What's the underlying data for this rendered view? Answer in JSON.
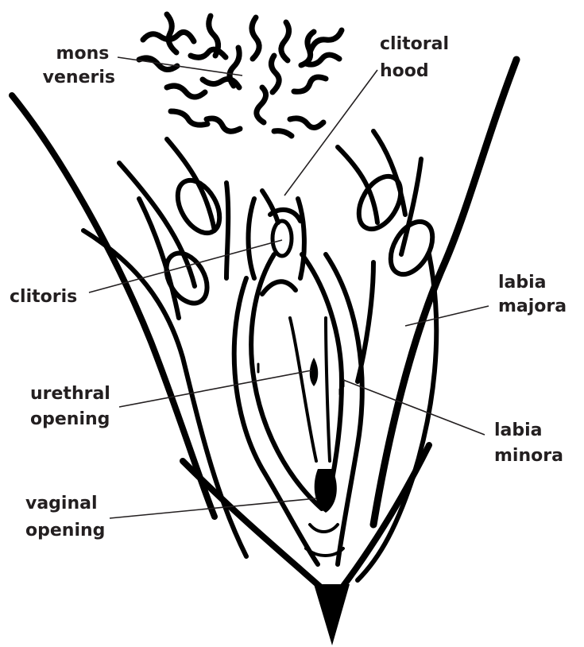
{
  "labels": {
    "mons_veneris": [
      "mons",
      "veneris"
    ],
    "clitoral_hood": [
      "clitoral",
      "hood"
    ],
    "clitoris": [
      "clitoris"
    ],
    "labia_majora": [
      "labia",
      "majora"
    ],
    "urethral_opening": [
      "urethral",
      "opening"
    ],
    "labia_minora": [
      "labia",
      "minora"
    ],
    "vaginal_opening": [
      "vaginal",
      "opening"
    ]
  },
  "colors": {
    "ink": "#000000",
    "label": "#231f20",
    "background": "#ffffff"
  }
}
